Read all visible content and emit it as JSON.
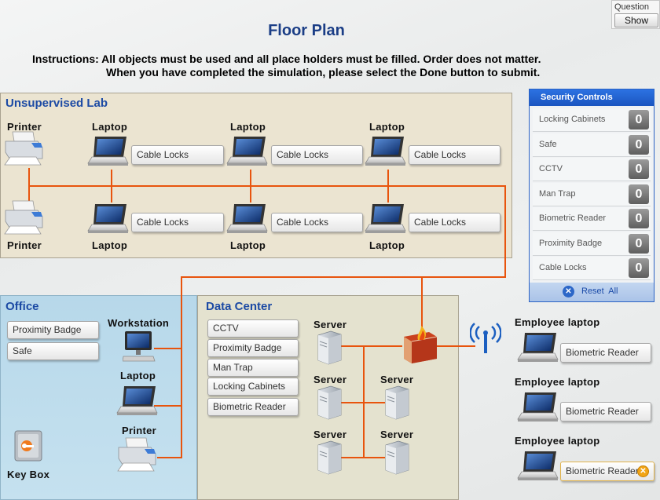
{
  "header": {
    "title": "Floor Plan",
    "instructions_line1": "Instructions: All objects must be used and all place holders must be filled. Order does not matter.",
    "instructions_line2": "When you have completed the simulation, please select the Done button to submit."
  },
  "question": {
    "label": "Question",
    "show_button": "Show"
  },
  "unsupervised_lab": {
    "title": "Unsupervised Lab",
    "printer_top": "Printer",
    "printer_bottom": "Printer",
    "laptops_top": [
      {
        "label": "Laptop",
        "slot": "Cable Locks"
      },
      {
        "label": "Laptop",
        "slot": "Cable Locks"
      },
      {
        "label": "Laptop",
        "slot": "Cable Locks"
      }
    ],
    "laptops_bottom": [
      {
        "label": "Laptop",
        "slot": "Cable Locks"
      },
      {
        "label": "Laptop",
        "slot": "Cable Locks"
      },
      {
        "label": "Laptop",
        "slot": "Cable Locks"
      }
    ]
  },
  "office": {
    "title": "Office",
    "slots": [
      "Proximity Badge",
      "Safe"
    ],
    "workstation": "Workstation",
    "laptop": "Laptop",
    "printer": "Printer",
    "key_box": "Key Box"
  },
  "data_center": {
    "title": "Data Center",
    "slots": [
      "CCTV",
      "Proximity Badge",
      "Man Trap",
      "Locking Cabinets",
      "Biometric Reader"
    ],
    "servers": [
      "Server",
      "Server",
      "Server",
      "Server",
      "Server"
    ]
  },
  "employee_laptops": [
    {
      "label": "Employee laptop",
      "slot": "Biometric Reader"
    },
    {
      "label": "Employee laptop",
      "slot": "Biometric Reader"
    },
    {
      "label": "Employee laptop",
      "slot": "Biometric Reader"
    }
  ],
  "security_controls": {
    "title": "Security Controls",
    "items": [
      {
        "name": "Locking Cabinets",
        "count": "0"
      },
      {
        "name": "Safe",
        "count": "0"
      },
      {
        "name": "CCTV",
        "count": "0"
      },
      {
        "name": "Man Trap",
        "count": "0"
      },
      {
        "name": "Biometric Reader",
        "count": "0"
      },
      {
        "name": "Proximity Badge",
        "count": "0"
      },
      {
        "name": "Cable Locks",
        "count": "0"
      }
    ],
    "reset_label": "Reset  All"
  },
  "colors": {
    "wire": "#e8540d",
    "accent": "#1c4aa4",
    "panel_header": "#1b55c0"
  }
}
